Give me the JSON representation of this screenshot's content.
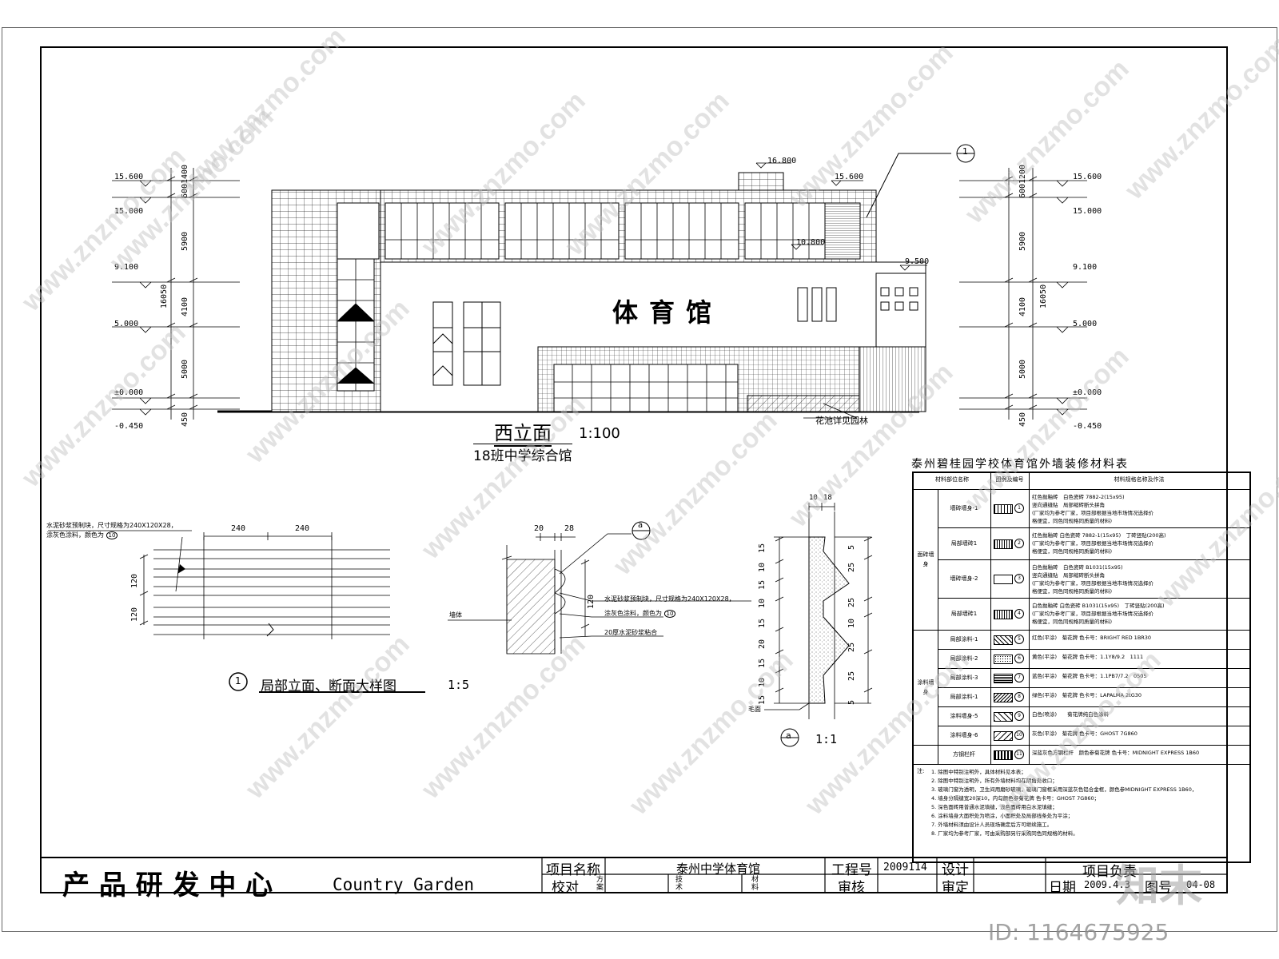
{
  "drawing": {
    "elevation_title": "西立面",
    "elevation_scale": "1:100",
    "elevation_subtitle": "18班中学综合馆",
    "building_sign": "体育馆",
    "planter_note": "花池详见园林",
    "left_levels": [
      "15.600",
      "15.000",
      "9.100",
      "5.000",
      "±0.000",
      "-0.450"
    ],
    "right_levels": [
      "15.600",
      "15.000",
      "9.100",
      "5.000",
      "±0.000",
      "-0.450"
    ],
    "left_dims": [
      "1400",
      "600",
      "5900",
      "4100",
      "5000",
      "450",
      "16050"
    ],
    "right_dims": [
      "1200",
      "600",
      "5900",
      "4100",
      "5000",
      "450",
      "16050"
    ],
    "top_levels": [
      "16.800",
      "15.600",
      "10.800",
      "9.500"
    ],
    "callout_1": "1"
  },
  "detail": {
    "title": "局部立面、断面大样图",
    "number": "1",
    "scale": "1:5",
    "note_block": "水泥砂浆预制块，尺寸规格为240X120X28，",
    "note_paint": "涂灰色涂料，颜色为",
    "paint_ref": "10",
    "dims_w": [
      "240",
      "240"
    ],
    "dims_h": [
      "120",
      "120"
    ],
    "section_dims": [
      "20",
      "28"
    ],
    "section_dim_h": "120",
    "section_note1": "水泥砂浆预制块，尺寸规格为240X120X28，",
    "section_note2": "涂灰色涂料，颜色为",
    "section_note3": "20厚水泥砂浆粘合",
    "section_wall": "墙体",
    "section_callout": "a",
    "profile_callout": "a",
    "profile_scale": "1:1",
    "profile_top_dims": [
      "10",
      "18"
    ],
    "profile_left_dims": [
      "15",
      "10",
      "15",
      "10",
      "15",
      "20",
      "15",
      "10",
      "15"
    ],
    "profile_right_dims": [
      "5",
      "25",
      "25",
      "10",
      "25",
      "25",
      "5"
    ],
    "profile_label": "毛面"
  },
  "material_table": {
    "title": "泰州碧桂园学校体育馆外墙装修材料表",
    "headers": [
      "材料部位名称",
      "图例及编号",
      "材料规格名称及作法"
    ],
    "groups": [
      {
        "name": "面砖墙身",
        "rows": [
          {
            "part": "墙砖墙身-1",
            "num": "1",
            "desc": [
              "红色抛釉砖　白色瓷砖 7882-2(15x95)",
              "竖向通缝贴　局部缩砖断头拼角",
              "(厂家均为参考厂家，项目部根据当地市场情况选择价",
              "格便宜，同色同规格同质量的材料)"
            ]
          },
          {
            "part": "局部墙砖1",
            "num": "2",
            "desc": [
              "红色抛釉砖 白色瓷砖 7882-1(15x95)　丁砖竖贴(200高)",
              "(厂家均为参考厂家，项目部根据当地市场情况选择价",
              "格便宜，同色同规格同质量的材料)"
            ]
          },
          {
            "part": "墙砖墙身-2",
            "num": "3",
            "desc": [
              "白色抛釉砖　白色瓷砖 B1031(15x95)",
              "竖向通缝贴　局部缩砖断头拼角",
              "(厂家均为参考厂家，项目部根据当地市场情况选择价",
              "格便宜，同色同规格同质量的材料)"
            ]
          },
          {
            "part": "局部墙砖1",
            "num": "4",
            "desc": [
              "白色抛釉砖 白色瓷砖 B1031(15x95)　丁砖竖贴(200高)",
              "(厂家均为参考厂家，项目部根据当地市场情况选择价",
              "格便宜，同色同规格同质量的材料)"
            ]
          }
        ]
      },
      {
        "name": "涂料墙身",
        "rows": [
          {
            "part": "局部涂料-1",
            "num": "5",
            "desc": [
              "红色(平涂)　菊花牌 色卡号：BRIGHT RED 1BR30"
            ]
          },
          {
            "part": "局部涂料-2",
            "num": "6",
            "desc": [
              "黄色(平涂)　菊花牌 色卡号：1.1Y8/9.2　1111"
            ]
          },
          {
            "part": "局部涂料-3",
            "num": "7",
            "desc": [
              "蓝色(平涂)　菊花牌 色卡号：1.1PB7/7.2　0505"
            ]
          },
          {
            "part": "局部涂料-1",
            "num": "8",
            "desc": [
              "绿色(平涂)　菊花牌 色卡号：LAPALMA 2tG30"
            ]
          },
          {
            "part": "涂料墙身-5",
            "num": "9",
            "desc": [
              "白色(喷涂)　　菊花牌纯白色涂料"
            ]
          },
          {
            "part": "涂料墙身-6",
            "num": "10",
            "desc": [
              "灰色(平涂)　菊花牌 色卡号：GHOST 7G860"
            ]
          }
        ]
      },
      {
        "name": "",
        "rows": [
          {
            "part": "方钢栏杆",
            "num": "11",
            "desc": [
              "深蓝灰色方钢栏杆　颜色参菊花牌 色卡号：MIDNIGHT EXPRESS 1B60"
            ]
          }
        ]
      }
    ],
    "notes_label": "注:",
    "notes": [
      "1. 除图中特别注明外，具体材料见本表；",
      "2. 除图中特别注明外，所有外墙材料均在阴角处收口；",
      "3. 玻璃门窗为透明，卫生间用磨砂玻璃，玻璃门窗框采用深蓝灰色铝合金框，颜色参MIDNIGHT EXPRESS 1B60，",
      "4. 墙身分隔缝宽20深10，内勾颜色参菊花牌 色卡号：GHOST 7G860；",
      "5. 深色面砖用普通水泥填缝，浅色面砖用白水泥填缝；",
      "6. 涂料墙身大面积处为喷涂，小面积处及局部线条处为平涂；",
      "7. 外墙材料须由设计人员现场确定后方可继续施工。",
      "8. 厂家均为参考厂家，可由采购部另行采购同色同规格的材料。"
    ]
  },
  "title_block": {
    "company_cn": "产 品 研 发 中 心",
    "company_en": "Country Garden",
    "project_name_label": "项目名称",
    "project_name": "泰州中学体育馆",
    "project_no_label": "工程号",
    "project_no": "2009114",
    "design_label": "设计",
    "project_lead_label": "项目负责",
    "check_label": "校对",
    "scheme_label": "方案",
    "tech_label": "技术",
    "material_label": "材料",
    "review_label": "审核",
    "approve_label": "审定",
    "date_label": "日期",
    "date": "2009.4.3",
    "drawing_no_label": "图号",
    "drawing_no": "04-08"
  },
  "watermark": {
    "site": "www.znzmo.com",
    "brand_mark": "知末",
    "id_label": "ID: 1164675925"
  }
}
